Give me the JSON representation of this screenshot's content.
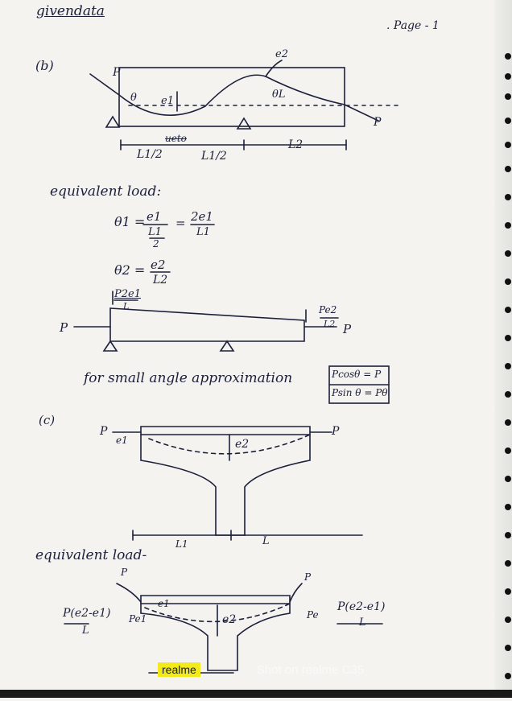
{
  "header": {
    "title": "givendata",
    "page": ". Page - 1"
  },
  "part_b": {
    "label": "(b)",
    "diagram": {
      "force_left": "P",
      "force_right": "P",
      "angle_left": "θ",
      "e1": "e1",
      "e2": "e2",
      "angle_right": "θL",
      "dim_l1_half": "L1/2",
      "dim_l1_half_2": "L1/2",
      "dim_l2": "L2",
      "struck": "ueto"
    },
    "equivalent_load_heading": "equivalent load:",
    "eq1": {
      "lhs": "θ1 =",
      "num1": "e1",
      "den1": "L1",
      "den1b": "2",
      "eq": "=",
      "num2": "2e1",
      "den2": "L1"
    },
    "eq2": {
      "lhs": "θ2 =",
      "num": "e2",
      "den": "L2"
    },
    "load_diagram": {
      "top_left": "P2e1",
      "top_left_den": "L",
      "force_left": "P",
      "top_right": "Pe2",
      "top_right_den": "L2",
      "force_right": "P"
    },
    "approx_note": "for small angle approximation",
    "boxed": [
      "Pcosθ = P",
      "Psin θ = Pθ"
    ]
  },
  "part_c": {
    "label": "(c)",
    "diagram": {
      "force_left": "P",
      "force_right": "P",
      "e1": "e1",
      "e2": "e2",
      "dim_l1": "L1",
      "dim_l": "L"
    },
    "equivalent_load_heading": "equivalent load-",
    "load_diagram": {
      "p_top": "P",
      "p_top_right": "P",
      "e1": "e1",
      "e2": "e2",
      "pe1": "Pe1",
      "pe": "Pe",
      "left_num": "P(e2-e1)",
      "left_den": "L",
      "right_num": "P(e2-e1)",
      "right_den": "L"
    }
  },
  "watermark": {
    "brand": "realme",
    "text": "Shot on realme C35"
  }
}
